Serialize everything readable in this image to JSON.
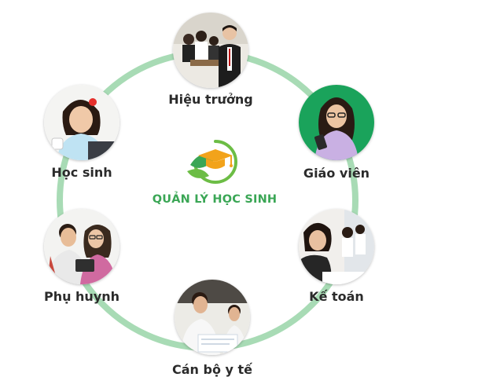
{
  "center": {
    "title": "QUẢN LÝ HỌC SINH",
    "icon": "graduation-cap-leaf-logo"
  },
  "roles": [
    {
      "key": "hieu-truong",
      "label": "Hiệu trưởng",
      "icon": "principal-photo"
    },
    {
      "key": "giao-vien",
      "label": "Giáo viên",
      "icon": "teacher-photo"
    },
    {
      "key": "ke-toan",
      "label": "Kế toán",
      "icon": "accountant-photo"
    },
    {
      "key": "can-bo-y-te",
      "label": "Cán bộ y tế",
      "icon": "medical-staff-photo"
    },
    {
      "key": "phu-huynh",
      "label": "Phụ huynh",
      "icon": "parents-photo"
    },
    {
      "key": "hoc-sinh",
      "label": "Học sinh",
      "icon": "student-photo"
    }
  ],
  "colors": {
    "ring": "#a8dbb5",
    "brand_green": "#3aa655",
    "leaf_green": "#6cbd45",
    "cap_orange": "#f2a31b",
    "teacher_bg": "#1aa35b",
    "label_text": "#2b2b2b"
  }
}
